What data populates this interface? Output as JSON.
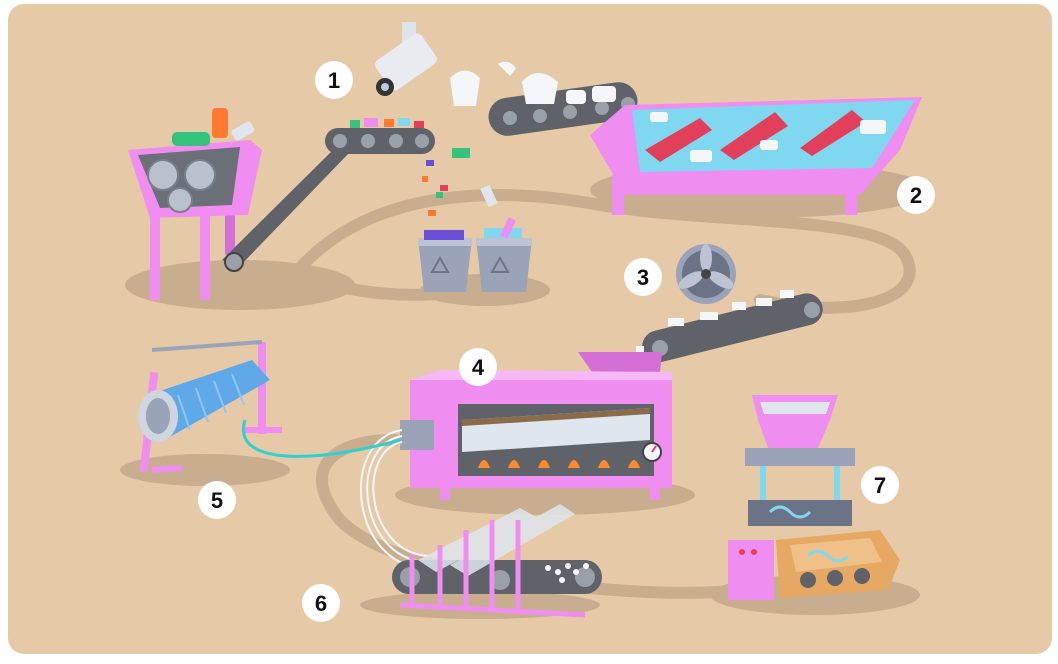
{
  "diagram": {
    "steps": [
      {
        "label": "1",
        "icon": "scanner-camera-icon"
      },
      {
        "label": "2",
        "icon": "washing-tank-icon"
      },
      {
        "label": "3",
        "icon": "drying-fan-icon"
      },
      {
        "label": "4",
        "icon": "melting-furnace-icon"
      },
      {
        "label": "5",
        "icon": "fiber-spool-icon"
      },
      {
        "label": "6",
        "icon": "pellet-conveyor-icon"
      },
      {
        "label": "7",
        "icon": "molding-press-icon"
      }
    ],
    "colors": {
      "background": "#e6c9a6",
      "path": "#c8ad8f",
      "machine_pink": "#ef8ef0",
      "machine_pink_dark": "#d46fd8",
      "belt_gray": "#5f6268",
      "water": "#7fd8f0",
      "flame": "#ff8a2a",
      "bin_gray": "#9aa3b8",
      "label_bg": "#ffffff",
      "label_text": "#111111"
    }
  }
}
